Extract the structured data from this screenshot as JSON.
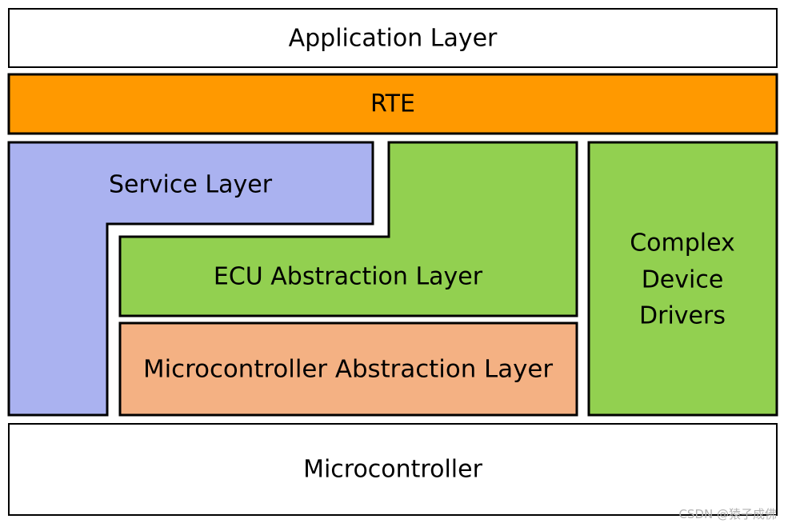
{
  "layers": {
    "application": {
      "label": "Application Layer",
      "color": "#ffffff"
    },
    "rte": {
      "label": "RTE",
      "color": "#ff9900"
    },
    "service": {
      "label": "Service Layer",
      "color": "#aab2f0"
    },
    "ecu_abstraction": {
      "label": "ECU Abstraction Layer",
      "color": "#92d050"
    },
    "mcal": {
      "label": "Microcontroller Abstraction Layer",
      "color": "#f4b183"
    },
    "complex_drivers": {
      "label_lines": [
        "Complex",
        "Device",
        "Drivers"
      ],
      "color": "#92d050"
    },
    "microcontroller": {
      "label": "Microcontroller",
      "color": "#ffffff"
    }
  },
  "border_color": "#000000",
  "watermark": "CSDN @猿子成佛"
}
